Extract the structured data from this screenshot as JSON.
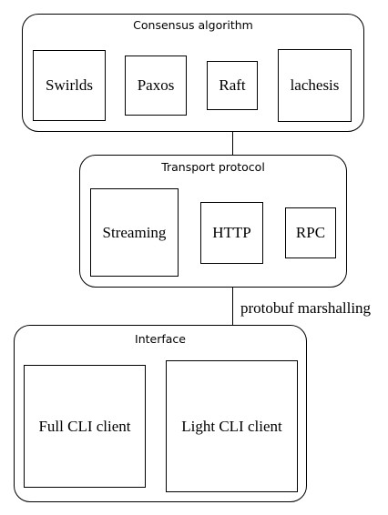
{
  "consensus": {
    "title": "Consensus algorithm",
    "items": [
      "Swirlds",
      "Paxos",
      "Raft",
      "lachesis"
    ]
  },
  "transport": {
    "title": "Transport protocol",
    "items": [
      "Streaming",
      "HTTP",
      "RPC"
    ]
  },
  "interface": {
    "title": "Interface",
    "items": [
      "Full CLI client",
      "Light CLI client"
    ]
  },
  "edges": {
    "transport_to_interface_label": "protobuf marshalling"
  }
}
